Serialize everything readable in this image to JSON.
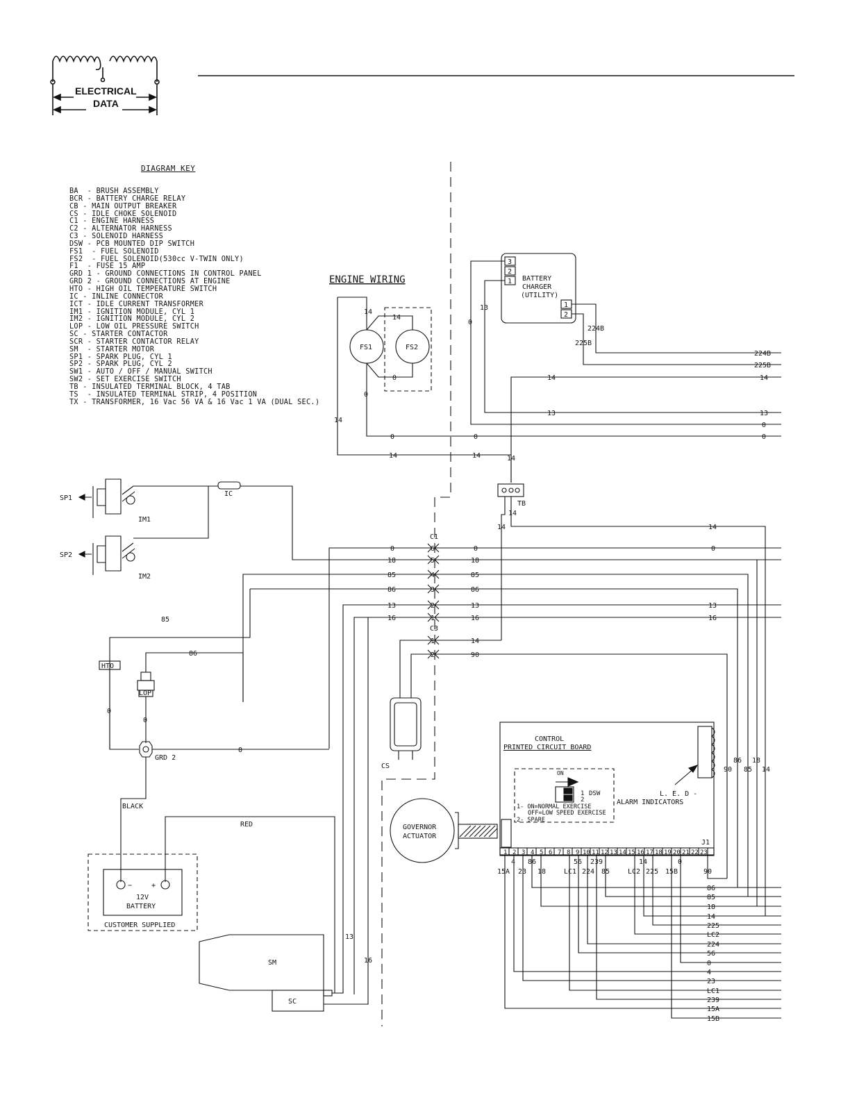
{
  "header": {
    "logo_line1": "ELECTRICAL",
    "logo_line2": "DATA"
  },
  "diagram_key": {
    "title": "DIAGRAM KEY",
    "items": [
      "BA  - BRUSH ASSEMBLY",
      "BCR - BATTERY CHARGE RELAY",
      "CB - MAIN OUTPUT BREAKER",
      "CS - IDLE CHOKE SOLENOID",
      "C1 - ENGINE HARNESS",
      "C2 - ALTERNATOR HARNESS",
      "C3 - SOLENOID HARNESS",
      "DSW - PCB MOUNTED DIP SWITCH",
      "FS1  - FUEL SOLENOID",
      "FS2  - FUEL SOLENOID(530cc V-TWIN ONLY)",
      "F1  - FUSE 15 AMP",
      "GRD 1 - GROUND CONNECTIONS IN CONTROL PANEL",
      "GRD 2 - GROUND CONNECTIONS AT ENGINE",
      "HTO - HIGH OIL TEMPERATURE SWITCH",
      "IC - INLINE CONNECTOR",
      "ICT - IDLE CURRENT TRANSFORMER",
      "IM1 - IGNITION MODULE, CYL 1",
      "IM2 - IGNITION MODULE, CYL 2",
      "LOP - LOW OIL PRESSURE SWITCH",
      "SC - STARTER CONTACTOR",
      "SCR - STARTER CONTACTOR RELAY",
      "SM  - STARTER MOTOR",
      "SP1 - SPARK PLUG, CYL 1",
      "SP2 - SPARK PLUG, CYL 2",
      "SW1 - AUTO / OFF / MANUAL SWITCH",
      "SW2 - SET EXERCISE SWITCH",
      "TB - INSULATED TERMINAL BLOCK, 4 TAB",
      "TS  - INSULATED TERMINAL STRIP, 4 POSITION",
      "TX - TRANSFORMER, 16 Vac 56 VA & 16 Vac 1 VA (DUAL SEC.)"
    ]
  },
  "engine_wiring": {
    "title": "ENGINE WIRING",
    "fs1": "FS1",
    "fs2": "FS2",
    "sp1": "SP1",
    "sp2": "SP2",
    "im1": "IM1",
    "im2": "IM2",
    "ic": "IC",
    "hto": "HTO",
    "lop": "LOP",
    "grd2": "GRD 2",
    "cs": "CS",
    "sm": "SM",
    "sc": "SC",
    "black": "BLACK",
    "red": "RED",
    "battery_volt": "12V",
    "battery": "BATTERY",
    "customer_supplied": "CUSTOMER SUPPLIED",
    "minus": "−",
    "plus": "+",
    "governor_line1": "GOVERNOR",
    "governor_line2": "ACTUATOR"
  },
  "battery_charger": {
    "line1": "BATTERY",
    "line2": "CHARGER",
    "line3": "(UTILITY)",
    "pins_left": [
      "3",
      "2",
      "1"
    ],
    "pins_right": [
      "1",
      "2"
    ]
  },
  "tb": "TB",
  "connectors": {
    "c1": "C1",
    "c1_pins": [
      "6",
      "5",
      "4",
      "3",
      "2",
      "1"
    ],
    "c3": "C3",
    "c3_pins": [
      "1",
      "2"
    ]
  },
  "control_board": {
    "line1": "CONTROL",
    "line2": "PRINTED CIRCUIT BOARD",
    "dsw": "DSW",
    "on": "ON",
    "dsw_pos1": "1",
    "dsw_pos2": "2",
    "note1": "1- ON=NORMAL EXERCISE",
    "note2": "OFF=LOW SPEED EXERCISE",
    "note3": "2- SPARE",
    "led_line1": "L. E. D -",
    "led_line2": "ALARM INDICATORS",
    "j1": "J1",
    "pins": [
      "1",
      "2",
      "3",
      "4",
      "5",
      "6",
      "7",
      "8",
      "9",
      "10",
      "11",
      "12",
      "13",
      "14",
      "15",
      "16",
      "17",
      "18",
      "19",
      "20",
      "21",
      "22",
      "23"
    ]
  },
  "wires": {
    "w0": "0",
    "w4": "4",
    "w13": "13",
    "w14": "14",
    "w15A": "15A",
    "w15B": "15B",
    "w16": "16",
    "w18": "18",
    "w23": "23",
    "w56": "56",
    "w85": "85",
    "w86": "86",
    "w90": "90",
    "w224": "224",
    "w224B": "224B",
    "w225": "225",
    "w225B": "225B",
    "w239": "239",
    "wLC1": "LC1",
    "wLC2": "LC2"
  },
  "right_edge_labels": [
    "224B",
    "225B",
    "14",
    "13",
    "0",
    "0"
  ],
  "bottom_bus_labels": [
    "86",
    "85",
    "18",
    "14",
    "225",
    "LC2",
    "224",
    "56",
    "0",
    "4",
    "23",
    "LC1",
    "239",
    "15A",
    "15B"
  ]
}
